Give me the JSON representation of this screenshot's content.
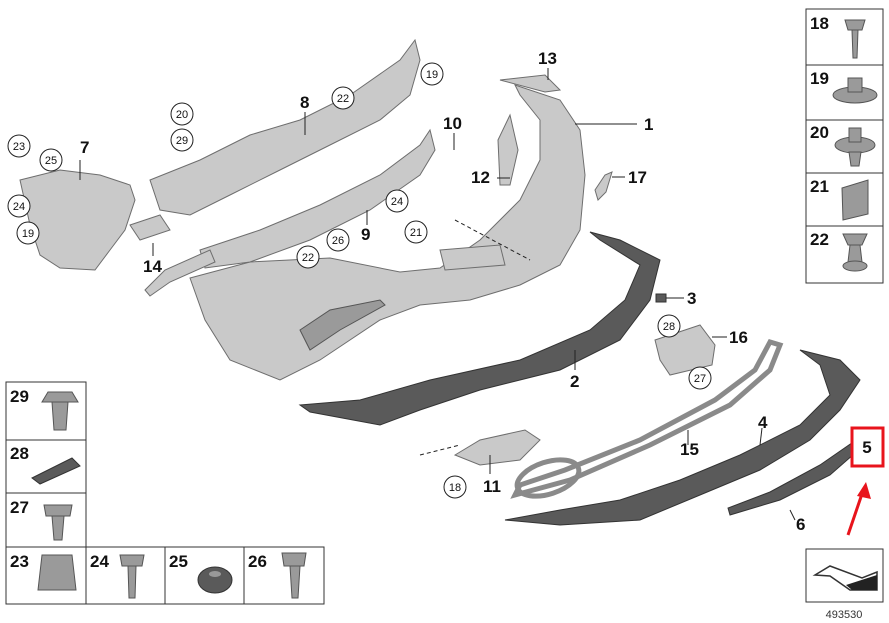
{
  "callouts": {
    "p1": "1",
    "p2": "2",
    "p3": "3",
    "p4": "4",
    "p5": "5",
    "p6": "6",
    "p7": "7",
    "p8": "8",
    "p9": "9",
    "p10": "10",
    "p11": "11",
    "p12": "12",
    "p13": "13",
    "p14": "14",
    "p15": "15",
    "p16": "16",
    "p17": "17"
  },
  "circled_callouts": {
    "c19a": "19",
    "c22a": "22",
    "c20": "20",
    "c29": "29",
    "c23": "23",
    "c25": "25",
    "c24a": "24",
    "c19b": "19",
    "c24b": "24",
    "c26": "26",
    "c21": "21",
    "c22b": "22",
    "c28": "28",
    "c27": "27",
    "c18": "18"
  },
  "side_panel": {
    "items": [
      "18",
      "19",
      "20",
      "21",
      "22"
    ]
  },
  "bottom_panel": {
    "left_items": [
      "29",
      "28",
      "27"
    ],
    "row_items": [
      "23",
      "24",
      "25",
      "26"
    ]
  },
  "highlight": {
    "label": "5",
    "color": "#e8141c"
  },
  "reference_number": "493530"
}
